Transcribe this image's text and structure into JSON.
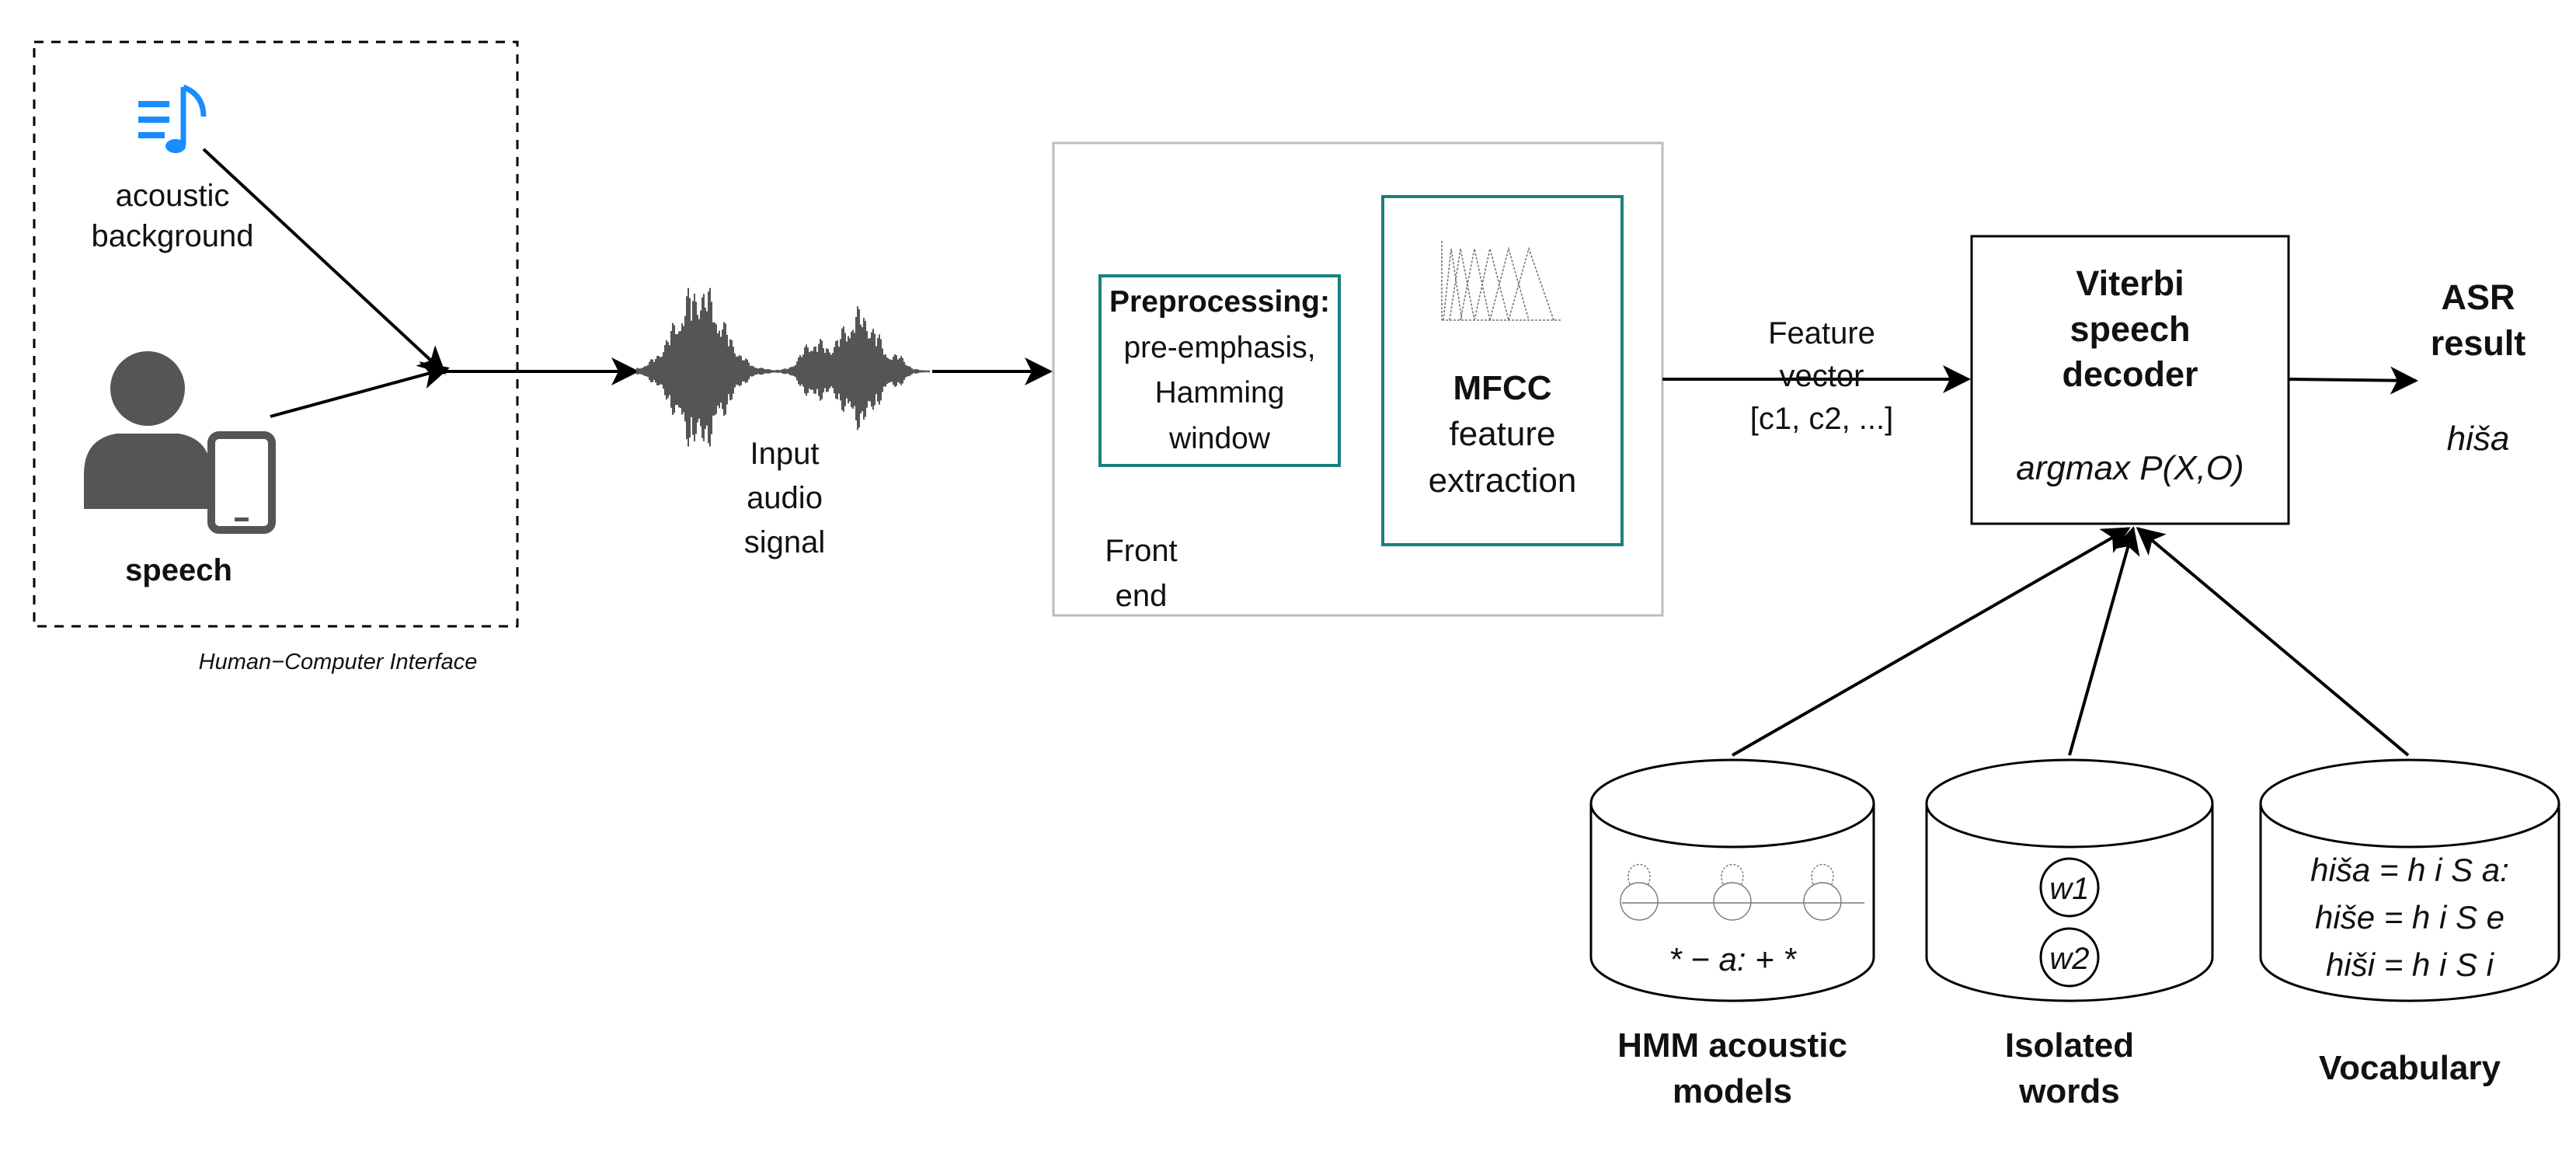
{
  "hci": {
    "acoustic_label_1": "acoustic",
    "acoustic_label_2": "background",
    "speech_label": "speech",
    "caption": "Human−Computer Interface"
  },
  "signal": {
    "line1": "Input",
    "line2": "audio",
    "line3": "signal"
  },
  "front_end": {
    "preprocessing_title": "Preprocessing:",
    "preprocessing_line1": "pre-emphasis,",
    "preprocessing_line2": "Hamming",
    "preprocessing_line3": "window",
    "mfcc_title": "MFCC",
    "mfcc_line1": "feature",
    "mfcc_line2": "extraction",
    "label_line1": "Front",
    "label_line2": "end"
  },
  "feature_vector": {
    "line1": "Feature",
    "line2": "vector",
    "line3": "[c1, c2, ...]"
  },
  "decoder": {
    "line1": "Viterbi",
    "line2": "speech",
    "line3": "decoder",
    "formula": "argmax P(X,O)"
  },
  "result": {
    "line1": "ASR",
    "line2": "result",
    "word": "hiša"
  },
  "databases": {
    "hmm": {
      "content": "* − a: + *",
      "label1": "HMM acoustic",
      "label2": "models"
    },
    "isolated": {
      "w1": "w1",
      "w2": "w2",
      "label1": "Isolated",
      "label2": "words"
    },
    "vocabulary": {
      "entry1": "hiša = h i S a:",
      "entry2": "hiše = h i S e",
      "entry3": "hiši = h i S i",
      "label": "Vocabulary"
    }
  },
  "colors": {
    "teal": "#1a7f80",
    "icon_blue": "#1a8cff",
    "person_gray": "#555555",
    "frame_gray": "#bdbdbd"
  }
}
